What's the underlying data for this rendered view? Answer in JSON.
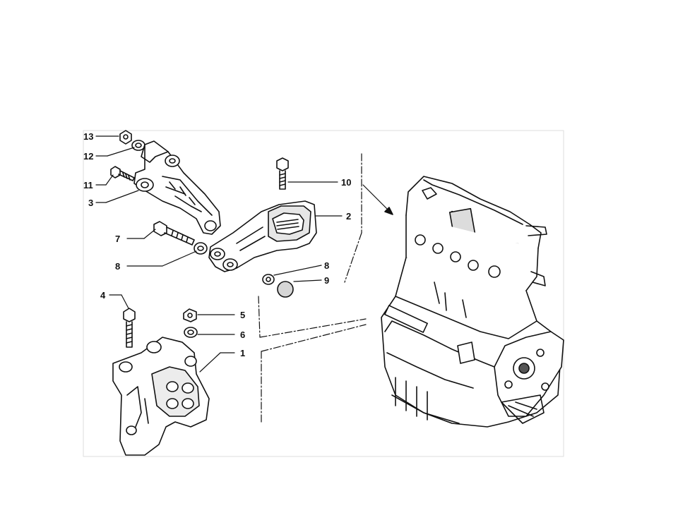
{
  "diagram": {
    "callouts": [
      {
        "id": "c13",
        "label": "13"
      },
      {
        "id": "c12",
        "label": "12"
      },
      {
        "id": "c11",
        "label": "11"
      },
      {
        "id": "c3",
        "label": "3"
      },
      {
        "id": "c7",
        "label": "7"
      },
      {
        "id": "c8a",
        "label": "8"
      },
      {
        "id": "c10",
        "label": "10"
      },
      {
        "id": "c2",
        "label": "2"
      },
      {
        "id": "c8b",
        "label": "8"
      },
      {
        "id": "c9",
        "label": "9"
      },
      {
        "id": "c4",
        "label": "4"
      },
      {
        "id": "c5",
        "label": "5"
      },
      {
        "id": "c6",
        "label": "6"
      },
      {
        "id": "c1",
        "label": "1"
      }
    ],
    "colors": {
      "ink": "#111111",
      "shade": "#cfcfcf",
      "frame": "#d9d9d9",
      "paper": "#ffffff"
    }
  }
}
